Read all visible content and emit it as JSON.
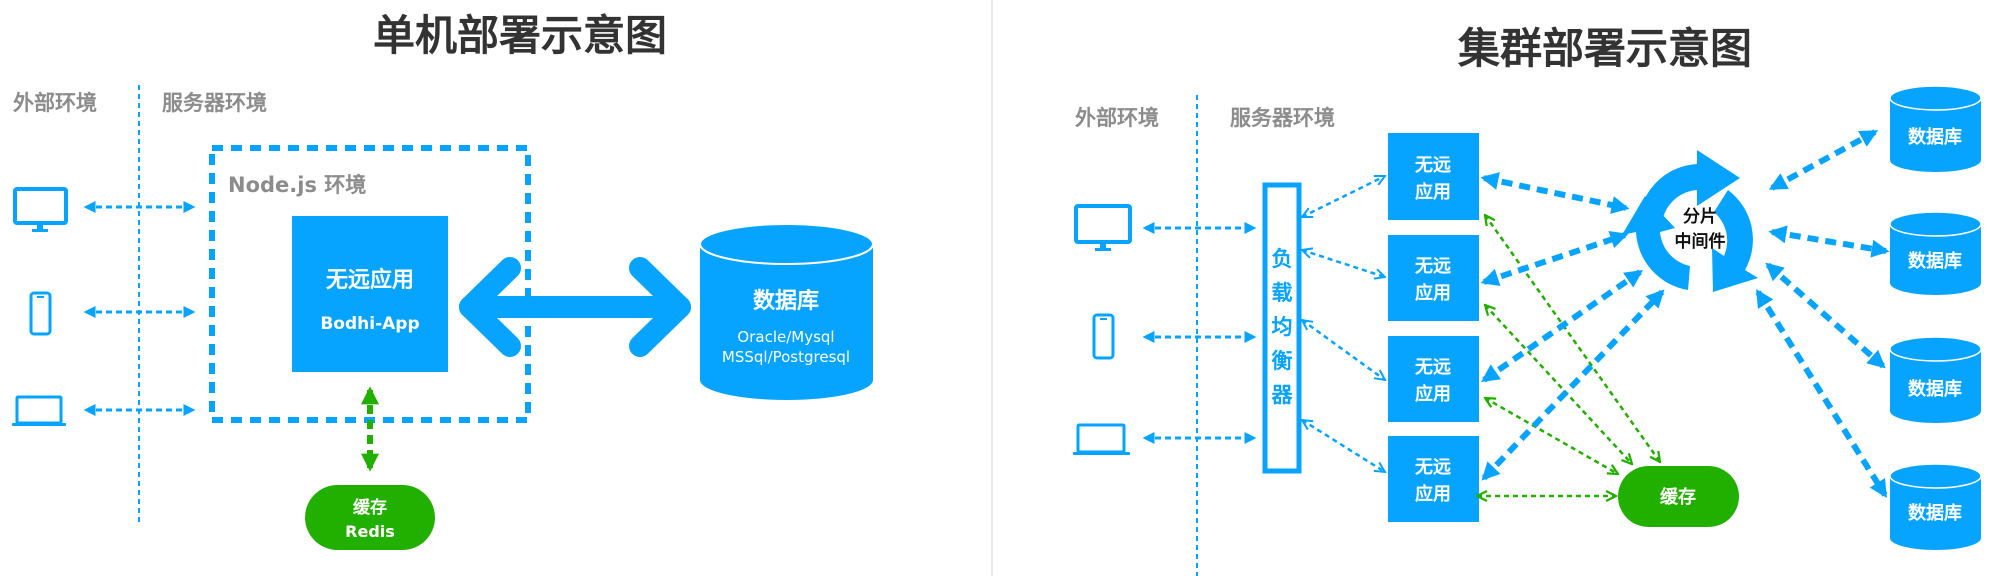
{
  "colors": {
    "primary": "#06a4ff",
    "cache": "#22b000",
    "title": "#333333",
    "env_label": "#8c8c8c",
    "separator": "#e6e6e6"
  },
  "single": {
    "title": "单机部署示意图",
    "env_external": "外部环境",
    "env_server": "服务器环境",
    "node_env_label": "Node.js 环境",
    "app": {
      "name": "无远应用",
      "subtitle": "Bodhi-App"
    },
    "database": {
      "name": "数据库",
      "line1": "Oracle/Mysql",
      "line2": "MSSql/Postgresql"
    },
    "cache": {
      "name": "缓存",
      "subtitle": "Redis"
    },
    "clients": [
      {
        "icon": "monitor-icon"
      },
      {
        "icon": "phone-icon"
      },
      {
        "icon": "laptop-icon"
      }
    ]
  },
  "cluster": {
    "title": "集群部署示意图",
    "env_external": "外部环境",
    "env_server": "服务器环境",
    "load_balancer": [
      "负",
      "载",
      "均",
      "衡",
      "器"
    ],
    "apps": [
      {
        "line1": "无远",
        "line2": "应用"
      },
      {
        "line1": "无远",
        "line2": "应用"
      },
      {
        "line1": "无远",
        "line2": "应用"
      },
      {
        "line1": "无远",
        "line2": "应用"
      }
    ],
    "middleware": {
      "line1": "分片",
      "line2": "中间件"
    },
    "cache": {
      "name": "缓存"
    },
    "databases": [
      {
        "name": "数据库"
      },
      {
        "name": "数据库"
      },
      {
        "name": "数据库"
      },
      {
        "name": "数据库"
      }
    ],
    "clients": [
      {
        "icon": "monitor-icon"
      },
      {
        "icon": "phone-icon"
      },
      {
        "icon": "laptop-icon"
      }
    ]
  }
}
